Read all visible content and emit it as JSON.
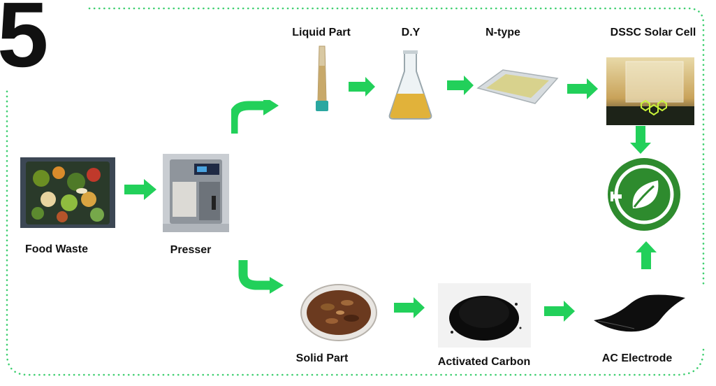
{
  "step_number": "5",
  "colors": {
    "arrow": "#22d05a",
    "frame": "#3ecf70",
    "eco_green": "#2e8b2e"
  },
  "labels": {
    "food_waste": "Food Waste",
    "presser": "Presser",
    "liquid_part": "Liquid Part",
    "dy": "D.Y",
    "n_type": "N-type",
    "dssc": "DSSC Solar Cell",
    "solid_part": "Solid Part",
    "activated_carbon": "Activated Carbon",
    "ac_electrode": "AC Electrode"
  },
  "icons": {
    "food_waste": "food-waste-photo",
    "presser": "juice-presser-photo",
    "liquid_part": "test-tube-icon",
    "dy": "erlenmeyer-flask-icon",
    "n_type": "glass-plate-icon",
    "dssc": "solar-cell-photo",
    "eco": "eco-leaf-plug-icon",
    "solid_part": "dish-of-solids-photo",
    "activated_carbon": "carbon-powder-photo",
    "ac_electrode": "carbon-sheet-icon"
  }
}
